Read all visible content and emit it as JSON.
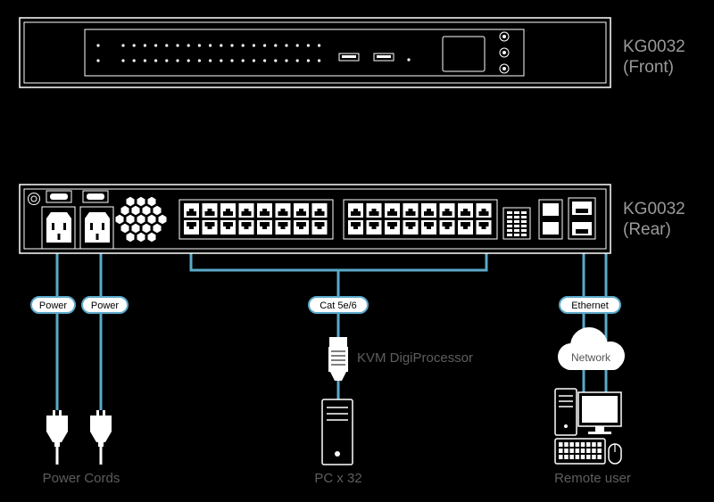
{
  "front_label": {
    "model": "KG0032",
    "side": "(Front)"
  },
  "rear_label": {
    "model": "KG0032",
    "side": "(Rear)"
  },
  "cable_tags": {
    "power_left": "Power",
    "power_right": "Power",
    "cat": "Cat 5e/6",
    "ethernet": "Ethernet"
  },
  "cloud_label": "Network",
  "dongle_label": "KVM DigiProcessor",
  "captions": {
    "power": "Power Cords",
    "pc": "PC x 32",
    "remote": "Remote user"
  },
  "colors": {
    "background": "#000000",
    "outline": "#ffffff",
    "cable": "#5aa9c9",
    "label_gray": "#9a9a9a",
    "caption_gray": "#5e5e5e"
  }
}
